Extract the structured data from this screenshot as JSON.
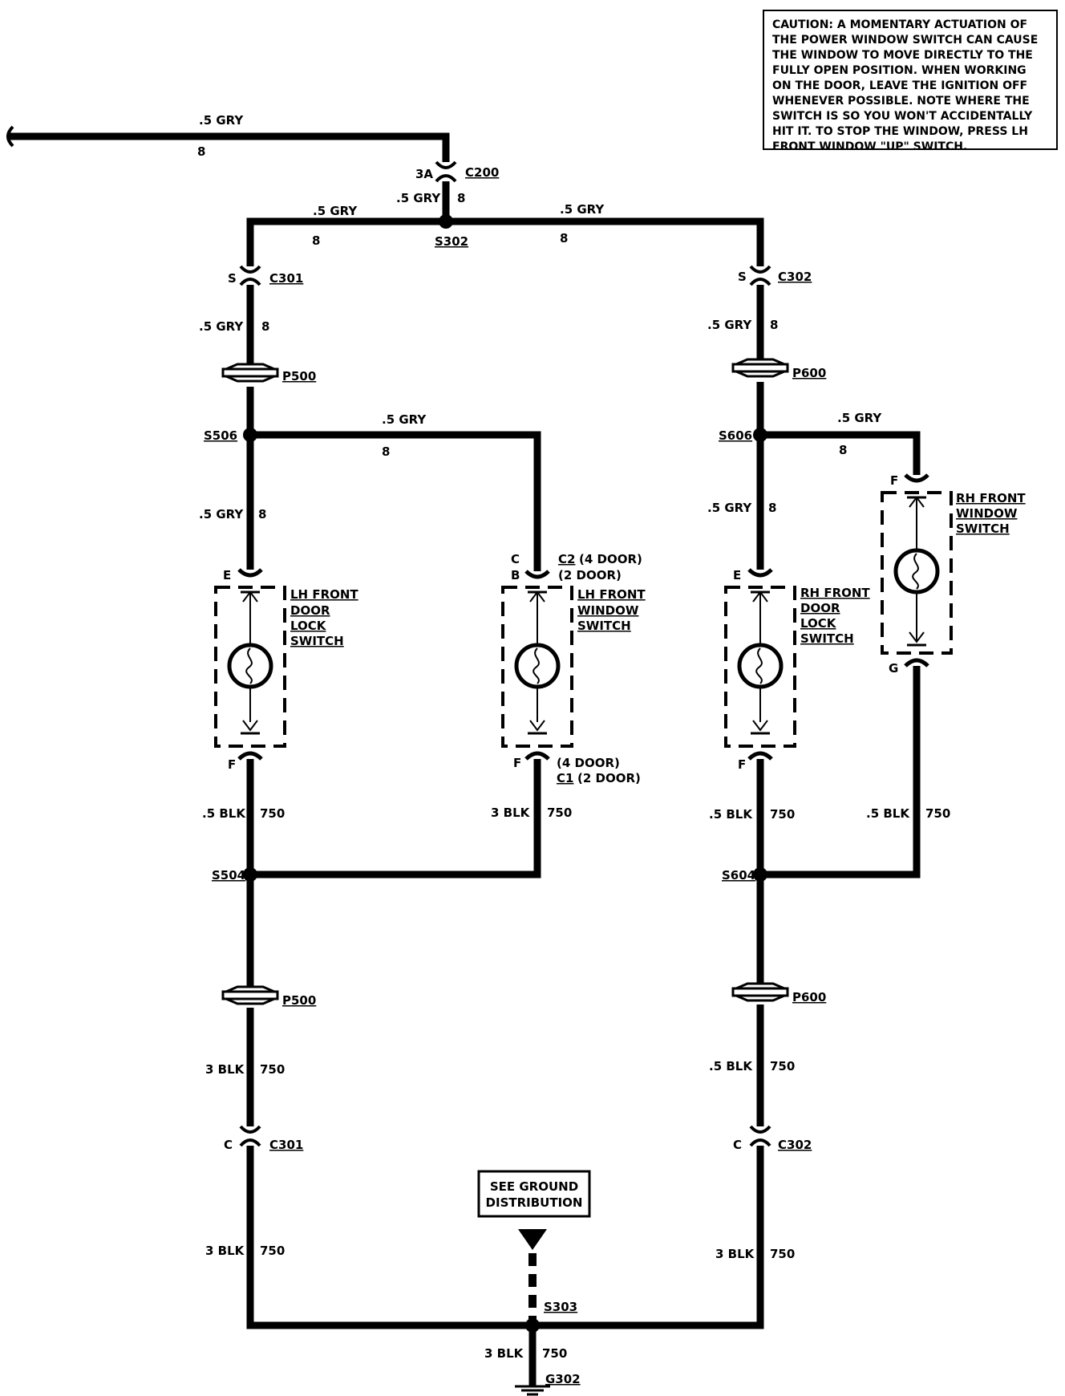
{
  "caution": "CAUTION:  A MOMENTARY ACTUATION OF THE POWER WINDOW SWITCH CAN CAUSE THE WINDOW TO MOVE DIRECTLY TO THE FULLY OPEN POSITION.  WHEN WORKING ON THE DOOR, LEAVE THE IGNITION OFF WHENEVER POSSIBLE.  NOTE WHERE THE SWITCH IS SO YOU WON'T ACCIDENTALLY HIT IT.  TO STOP THE WINDOW, PRESS LH FRONT WINDOW \"UP\" SWITCH.",
  "wires": {
    "gry": ".5 GRY",
    "gry_circuit": "8",
    "blk": ".5 BLK",
    "blk3": "3 BLK",
    "blk_circuit": "750"
  },
  "connectors": {
    "c200": "C200",
    "c200_pin": "3A",
    "c301": "C301",
    "c302": "C302",
    "pin_s": "S",
    "pin_c": "C",
    "p500": "P500",
    "p600": "P600"
  },
  "splices": {
    "s302": "S302",
    "s506": "S506",
    "s504": "S504",
    "s606": "S606",
    "s604": "S604",
    "s303": "S303"
  },
  "switches": {
    "lh_lock": [
      "LH FRONT",
      "DOOR",
      "LOCK",
      "SWITCH"
    ],
    "lh_window": [
      "LH FRONT",
      "WINDOW",
      "SWITCH"
    ],
    "rh_lock": [
      "RH FRONT",
      "DOOR",
      "LOCK",
      "SWITCH"
    ],
    "rh_window": [
      "RH FRONT",
      "WINDOW",
      "SWITCH"
    ]
  },
  "pins": {
    "e": "E",
    "f": "F",
    "g": "G",
    "c": "C",
    "b": "B",
    "c2": "C2",
    "four_door": "(4 DOOR)",
    "two_door": "(2 DOOR)",
    "c1": "C1",
    "four_door_b": "(4 DOOR)",
    "two_door_b": "(2 DOOR)"
  },
  "ground": {
    "note_line1": "SEE GROUND",
    "note_line2": "DISTRIBUTION",
    "g302": "G302"
  }
}
